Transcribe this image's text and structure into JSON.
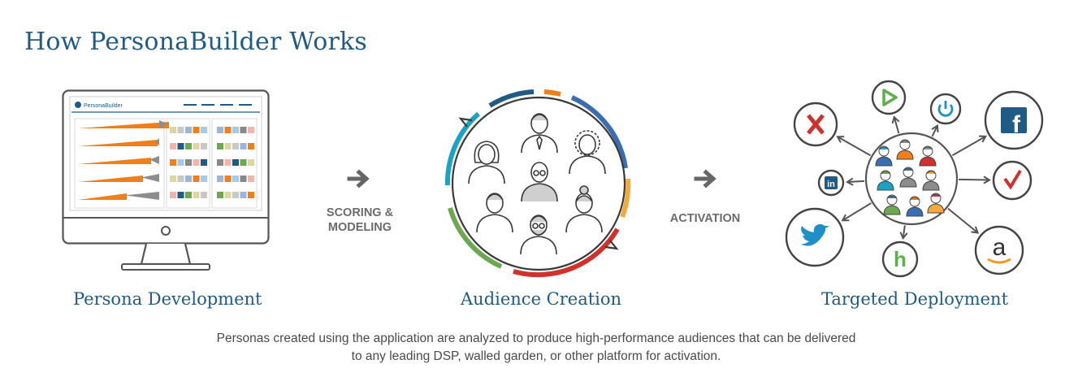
{
  "title": "How PersonaBuilder Works",
  "stages": [
    {
      "label": "Persona Development"
    },
    {
      "label": "Audience Creation"
    },
    {
      "label": "Targeted Deployment"
    }
  ],
  "steps": [
    {
      "line1": "SCORING &",
      "line2": "MODELING"
    },
    {
      "line1": "ACTIVATION"
    }
  ],
  "screen": {
    "logo_text": "PersonaBuilder"
  },
  "description": {
    "line1": "Personas created using the application are analyzed to produce high-performance audiences that can be delivered",
    "line2": "to any leading DSP, walled garden, or other platform for activation."
  },
  "platforms": [
    {
      "icon": "x-icon",
      "glyph": "X",
      "color": "#d0312d"
    },
    {
      "icon": "play-icon",
      "color": "#5bb04a"
    },
    {
      "icon": "power-icon",
      "color": "#1f8fc8"
    },
    {
      "icon": "facebook-icon",
      "glyph": "f",
      "color": "#1f5b86"
    },
    {
      "icon": "check-icon",
      "color": "#d0312d"
    },
    {
      "icon": "amazon-icon",
      "glyph": "a",
      "color": "#333333",
      "accent": "#f29a1e"
    },
    {
      "icon": "hulu-icon",
      "glyph": "h",
      "color": "#5bb04a"
    },
    {
      "icon": "twitter-icon",
      "color": "#1f8fc8"
    },
    {
      "icon": "linkedin-icon",
      "glyph": "in",
      "color": "#1f5b86"
    }
  ],
  "colors": {
    "brand": "#1f5b86",
    "orange": "#f07f1a",
    "blue": "#3b6db3",
    "teal": "#1aa3c4",
    "green": "#6ba84f",
    "red": "#d0312d",
    "yellow": "#f3a93b",
    "gray": "#8d8d8d"
  }
}
